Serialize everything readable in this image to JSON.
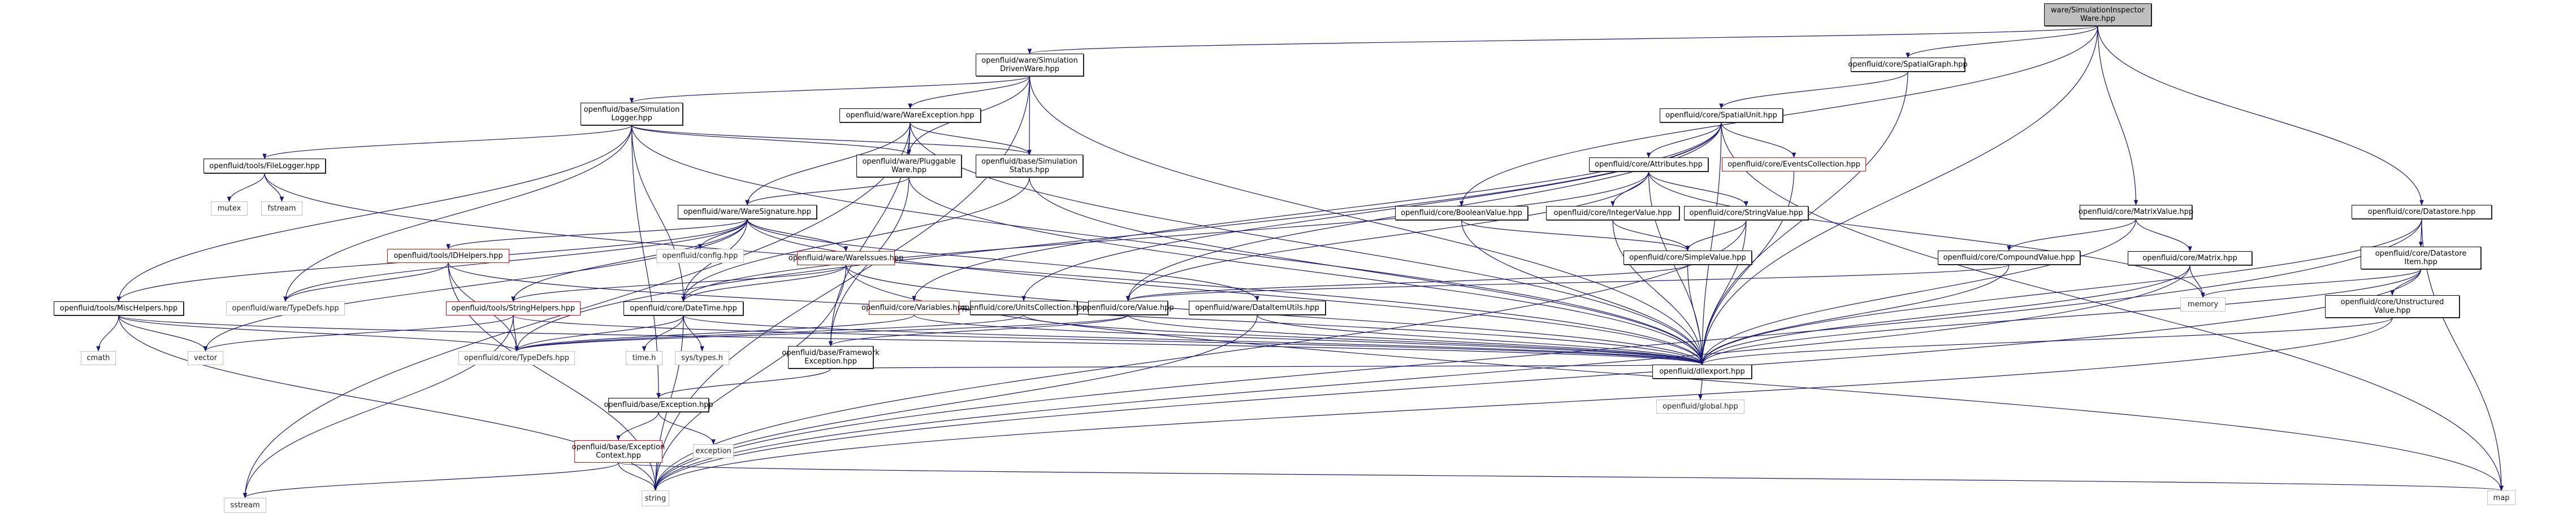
{
  "title": "ware/SimulationInspectorWare.hpp include dependency graph",
  "colors": {
    "edge": "#191970",
    "root_fill": "#bfbfbf",
    "external_border": "#bfbfbf",
    "incomplete_border": "#ff0000"
  },
  "nodes": [
    {
      "id": "root",
      "label": "ware/SimulationInspector\nWare.hpp",
      "kind": "root"
    },
    {
      "id": "driverware",
      "label": "openfluid/ware/Simulation\nDrivenWare.hpp",
      "kind": "normal"
    },
    {
      "id": "spatialgraph",
      "label": "openfluid/core/SpatialGraph.hpp",
      "kind": "normal"
    },
    {
      "id": "simlogger",
      "label": "openfluid/base/Simulation\nLogger.hpp",
      "kind": "normal"
    },
    {
      "id": "wareexception",
      "label": "openfluid/ware/WareException.hpp",
      "kind": "normal"
    },
    {
      "id": "spatialunit",
      "label": "openfluid/core/SpatialUnit.hpp",
      "kind": "normal"
    },
    {
      "id": "filelogger",
      "label": "openfluid/tools/FileLogger.hpp",
      "kind": "normal"
    },
    {
      "id": "pluggable",
      "label": "openfluid/ware/Pluggable\nWare.hpp",
      "kind": "normal"
    },
    {
      "id": "simstatus",
      "label": "openfluid/base/Simulation\nStatus.hpp",
      "kind": "normal"
    },
    {
      "id": "attributes",
      "label": "openfluid/core/Attributes.hpp",
      "kind": "normal"
    },
    {
      "id": "eventscoll",
      "label": "openfluid/core/EventsCollection.hpp",
      "kind": "red"
    },
    {
      "id": "mutex",
      "label": "mutex",
      "kind": "ext"
    },
    {
      "id": "fstream",
      "label": "fstream",
      "kind": "ext"
    },
    {
      "id": "waresig",
      "label": "openfluid/ware/WareSignature.hpp",
      "kind": "normal"
    },
    {
      "id": "booleanvalue",
      "label": "openfluid/core/BooleanValue.hpp",
      "kind": "normal"
    },
    {
      "id": "integervalue",
      "label": "openfluid/core/IntegerValue.hpp",
      "kind": "normal"
    },
    {
      "id": "stringvalue",
      "label": "openfluid/core/StringValue.hpp",
      "kind": "normal"
    },
    {
      "id": "matrixvalue",
      "label": "openfluid/core/MatrixValue.hpp",
      "kind": "normal"
    },
    {
      "id": "datastore",
      "label": "openfluid/core/Datastore.hpp",
      "kind": "normal"
    },
    {
      "id": "idhelpers",
      "label": "openfluid/tools/IDHelpers.hpp",
      "kind": "red"
    },
    {
      "id": "config",
      "label": "openfluid/config.hpp",
      "kind": "ext"
    },
    {
      "id": "wareissues",
      "label": "openfluid/ware/WareIssues.hpp",
      "kind": "red"
    },
    {
      "id": "simplevalue",
      "label": "openfluid/core/SimpleValue.hpp",
      "kind": "normal"
    },
    {
      "id": "compoundvalue",
      "label": "openfluid/core/CompoundValue.hpp",
      "kind": "normal"
    },
    {
      "id": "matrix",
      "label": "openfluid/core/Matrix.hpp",
      "kind": "normal"
    },
    {
      "id": "datastoreitem",
      "label": "openfluid/core/Datastore\nItem.hpp",
      "kind": "normal"
    },
    {
      "id": "mischelpers",
      "label": "openfluid/tools/MiscHelpers.hpp",
      "kind": "normal"
    },
    {
      "id": "waretypedefs",
      "label": "openfluid/ware/TypeDefs.hpp",
      "kind": "ext"
    },
    {
      "id": "stringhelpers",
      "label": "openfluid/tools/StringHelpers.hpp",
      "kind": "red"
    },
    {
      "id": "datetime",
      "label": "openfluid/core/DateTime.hpp",
      "kind": "normal"
    },
    {
      "id": "variables",
      "label": "openfluid/core/Variables.hpp",
      "kind": "red"
    },
    {
      "id": "unitscoll",
      "label": "openfluid/core/UnitsCollection.hpp",
      "kind": "normal"
    },
    {
      "id": "value",
      "label": "openfluid/core/Value.hpp",
      "kind": "normal"
    },
    {
      "id": "dataitemutils",
      "label": "openfluid/ware/DataItemUtils.hpp",
      "kind": "normal"
    },
    {
      "id": "memory",
      "label": "memory",
      "kind": "ext"
    },
    {
      "id": "unstructured",
      "label": "openfluid/core/Unstructured\nValue.hpp",
      "kind": "normal"
    },
    {
      "id": "cmath",
      "label": "cmath",
      "kind": "ext"
    },
    {
      "id": "vector",
      "label": "vector",
      "kind": "ext"
    },
    {
      "id": "coretypedefs",
      "label": "openfluid/core/TypeDefs.hpp",
      "kind": "ext"
    },
    {
      "id": "timeh",
      "label": "time.h",
      "kind": "ext"
    },
    {
      "id": "systypes",
      "label": "sys/types.h",
      "kind": "ext"
    },
    {
      "id": "fwexception",
      "label": "openfluid/base/Framework\nException.hpp",
      "kind": "normal"
    },
    {
      "id": "dllexport",
      "label": "openfluid/dllexport.hpp",
      "kind": "normal"
    },
    {
      "id": "global",
      "label": "openfluid/global.hpp",
      "kind": "ext"
    },
    {
      "id": "exception_hpp",
      "label": "openfluid/base/Exception.hpp",
      "kind": "normal"
    },
    {
      "id": "exception",
      "label": "exception",
      "kind": "ext"
    },
    {
      "id": "exceptioncontext",
      "label": "openfluid/base/Exception\nContext.hpp",
      "kind": "red"
    },
    {
      "id": "sstream",
      "label": "sstream",
      "kind": "ext"
    },
    {
      "id": "string",
      "label": "string",
      "kind": "ext"
    },
    {
      "id": "map",
      "label": "map",
      "kind": "ext"
    }
  ],
  "edges": [
    [
      "root",
      "driverware"
    ],
    [
      "root",
      "spatialgraph"
    ],
    [
      "root",
      "booleanvalue"
    ],
    [
      "root",
      "matrixvalue"
    ],
    [
      "root",
      "datastore"
    ],
    [
      "root",
      "dllexport"
    ],
    [
      "driverware",
      "simlogger"
    ],
    [
      "driverware",
      "wareexception"
    ],
    [
      "driverware",
      "pluggable"
    ],
    [
      "driverware",
      "simstatus"
    ],
    [
      "driverware",
      "dllexport"
    ],
    [
      "driverware",
      "string"
    ],
    [
      "spatialgraph",
      "spatialunit"
    ],
    [
      "spatialgraph",
      "dllexport"
    ],
    [
      "simlogger",
      "filelogger"
    ],
    [
      "simlogger",
      "mischelpers"
    ],
    [
      "simlogger",
      "waretypedefs"
    ],
    [
      "simlogger",
      "datetime"
    ],
    [
      "simlogger",
      "simstatus"
    ],
    [
      "simlogger",
      "dllexport"
    ],
    [
      "simlogger",
      "exception_hpp"
    ],
    [
      "simlogger",
      "pluggable"
    ],
    [
      "wareexception",
      "pluggable"
    ],
    [
      "wareexception",
      "simstatus"
    ],
    [
      "wareexception",
      "waresig"
    ],
    [
      "wareexception",
      "fwexception"
    ],
    [
      "wareexception",
      "dllexport"
    ],
    [
      "wareexception",
      "sstream"
    ],
    [
      "filelogger",
      "mutex"
    ],
    [
      "filelogger",
      "fstream"
    ],
    [
      "filelogger",
      "dllexport"
    ],
    [
      "pluggable",
      "waresig"
    ],
    [
      "pluggable",
      "dllexport"
    ],
    [
      "pluggable",
      "fwexception"
    ],
    [
      "simstatus",
      "datetime"
    ],
    [
      "simstatus",
      "dllexport"
    ],
    [
      "spatialunit",
      "attributes"
    ],
    [
      "spatialunit",
      "eventscoll"
    ],
    [
      "spatialunit",
      "variables"
    ],
    [
      "spatialunit",
      "unitscoll"
    ],
    [
      "spatialunit",
      "dllexport"
    ],
    [
      "spatialunit",
      "map"
    ],
    [
      "spatialunit",
      "coretypedefs"
    ],
    [
      "spatialunit",
      "value"
    ],
    [
      "attributes",
      "integervalue"
    ],
    [
      "attributes",
      "stringvalue"
    ],
    [
      "attributes",
      "dllexport"
    ],
    [
      "attributes",
      "value"
    ],
    [
      "attributes",
      "memory"
    ],
    [
      "attributes",
      "datetime"
    ],
    [
      "eventscoll",
      "dllexport"
    ],
    [
      "waresig",
      "idhelpers"
    ],
    [
      "waresig",
      "config"
    ],
    [
      "waresig",
      "wareissues"
    ],
    [
      "waresig",
      "mischelpers"
    ],
    [
      "waresig",
      "waretypedefs"
    ],
    [
      "waresig",
      "stringhelpers"
    ],
    [
      "waresig",
      "datetime"
    ],
    [
      "waresig",
      "dllexport"
    ],
    [
      "waresig",
      "vector"
    ],
    [
      "waresig",
      "dataitemutils"
    ],
    [
      "booleanvalue",
      "simplevalue"
    ],
    [
      "booleanvalue",
      "dllexport"
    ],
    [
      "integervalue",
      "simplevalue"
    ],
    [
      "integervalue",
      "dllexport"
    ],
    [
      "stringvalue",
      "simplevalue"
    ],
    [
      "stringvalue",
      "dllexport"
    ],
    [
      "stringvalue",
      "string"
    ],
    [
      "matrixvalue",
      "compoundvalue"
    ],
    [
      "matrixvalue",
      "matrix"
    ],
    [
      "matrixvalue",
      "dllexport"
    ],
    [
      "datastore",
      "datastoreitem"
    ],
    [
      "datastore",
      "dllexport"
    ],
    [
      "datastore",
      "map"
    ],
    [
      "datastore",
      "string"
    ],
    [
      "idhelpers",
      "waretypedefs"
    ],
    [
      "idhelpers",
      "coretypedefs"
    ],
    [
      "idhelpers",
      "string"
    ],
    [
      "idhelpers",
      "dllexport"
    ],
    [
      "wareissues",
      "datetime"
    ],
    [
      "wareissues",
      "stringhelpers"
    ],
    [
      "wareissues",
      "string"
    ],
    [
      "wareissues",
      "map"
    ],
    [
      "wareissues",
      "dllexport"
    ],
    [
      "simplevalue",
      "value"
    ],
    [
      "simplevalue",
      "dllexport"
    ],
    [
      "compoundvalue",
      "value"
    ],
    [
      "compoundvalue",
      "dllexport"
    ],
    [
      "matrix",
      "memory"
    ],
    [
      "matrix",
      "dllexport"
    ],
    [
      "matrix",
      "string"
    ],
    [
      "datastoreitem",
      "unstructured"
    ],
    [
      "datastoreitem",
      "memory"
    ],
    [
      "datastoreitem",
      "dllexport"
    ],
    [
      "datastoreitem",
      "string"
    ],
    [
      "mischelpers",
      "cmath"
    ],
    [
      "mischelpers",
      "vector"
    ],
    [
      "mischelpers",
      "coretypedefs"
    ],
    [
      "mischelpers",
      "string"
    ],
    [
      "mischelpers",
      "dllexport"
    ],
    [
      "stringhelpers",
      "vector"
    ],
    [
      "stringhelpers",
      "coretypedefs"
    ],
    [
      "stringhelpers",
      "sstream"
    ],
    [
      "stringhelpers",
      "dllexport"
    ],
    [
      "datetime",
      "timeh"
    ],
    [
      "datetime",
      "systypes"
    ],
    [
      "datetime",
      "coretypedefs"
    ],
    [
      "datetime",
      "string"
    ],
    [
      "datetime",
      "dllexport"
    ],
    [
      "variables",
      "coretypedefs"
    ],
    [
      "variables",
      "dllexport"
    ],
    [
      "unitscoll",
      "coretypedefs"
    ],
    [
      "unitscoll",
      "dllexport"
    ],
    [
      "value",
      "fwexception"
    ],
    [
      "value",
      "dllexport"
    ],
    [
      "value",
      "coretypedefs"
    ],
    [
      "dataitemutils",
      "dllexport"
    ],
    [
      "dataitemutils",
      "string"
    ],
    [
      "unstructured",
      "dllexport"
    ],
    [
      "unstructured",
      "string"
    ],
    [
      "fwexception",
      "exception_hpp"
    ],
    [
      "fwexception",
      "dllexport"
    ],
    [
      "dllexport",
      "global"
    ],
    [
      "exception_hpp",
      "exceptioncontext"
    ],
    [
      "exception_hpp",
      "exception"
    ],
    [
      "exceptioncontext",
      "string"
    ],
    [
      "exceptioncontext",
      "sstream"
    ],
    [
      "exceptioncontext",
      "map"
    ]
  ]
}
